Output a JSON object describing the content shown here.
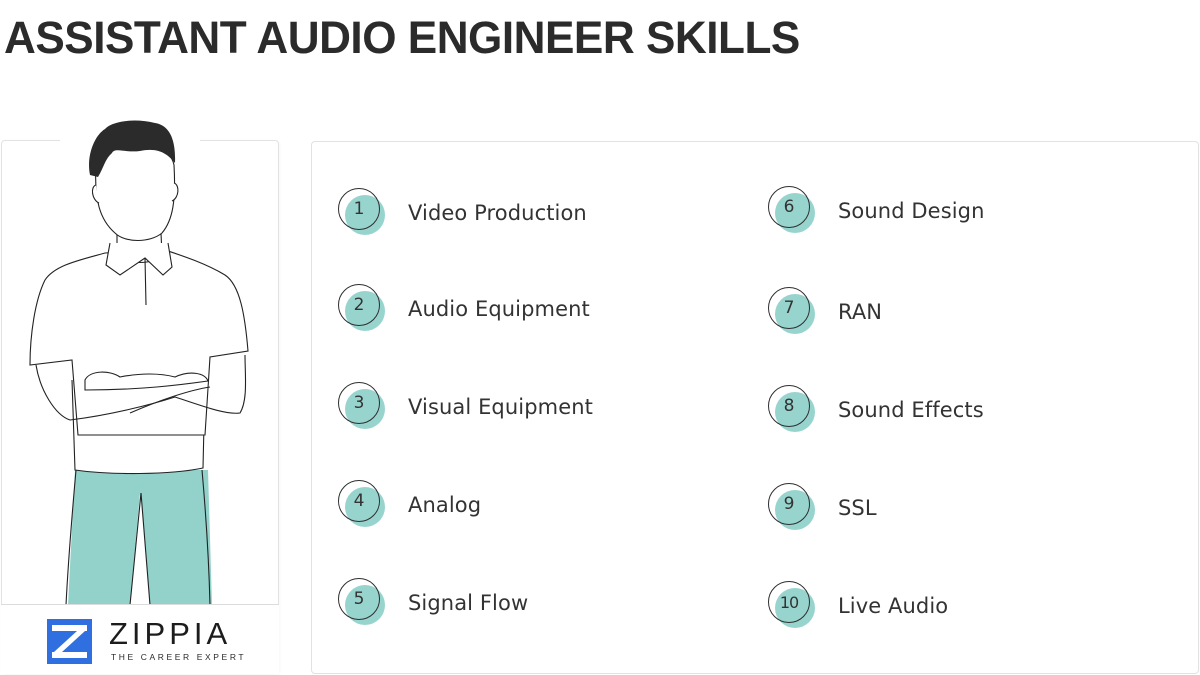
{
  "title": "ASSISTANT AUDIO ENGINEER SKILLS",
  "brand": {
    "name": "ZIPPIA",
    "tagline": "THE CAREER EXPERT",
    "logo_color": "#2f6fe0"
  },
  "colors": {
    "accent": "#92d2cb",
    "text": "#333333",
    "title": "#2b2b2b",
    "border": "#e2e2e2"
  },
  "skills": [
    {
      "num": "1",
      "label": "Video Production"
    },
    {
      "num": "2",
      "label": "Audio Equipment"
    },
    {
      "num": "3",
      "label": "Visual Equipment"
    },
    {
      "num": "4",
      "label": "Analog"
    },
    {
      "num": "5",
      "label": "Signal Flow"
    },
    {
      "num": "6",
      "label": "Sound Design"
    },
    {
      "num": "7",
      "label": "RAN"
    },
    {
      "num": "8",
      "label": "Sound Effects"
    },
    {
      "num": "9",
      "label": "SSL"
    },
    {
      "num": "10",
      "label": "Live Audio"
    }
  ]
}
